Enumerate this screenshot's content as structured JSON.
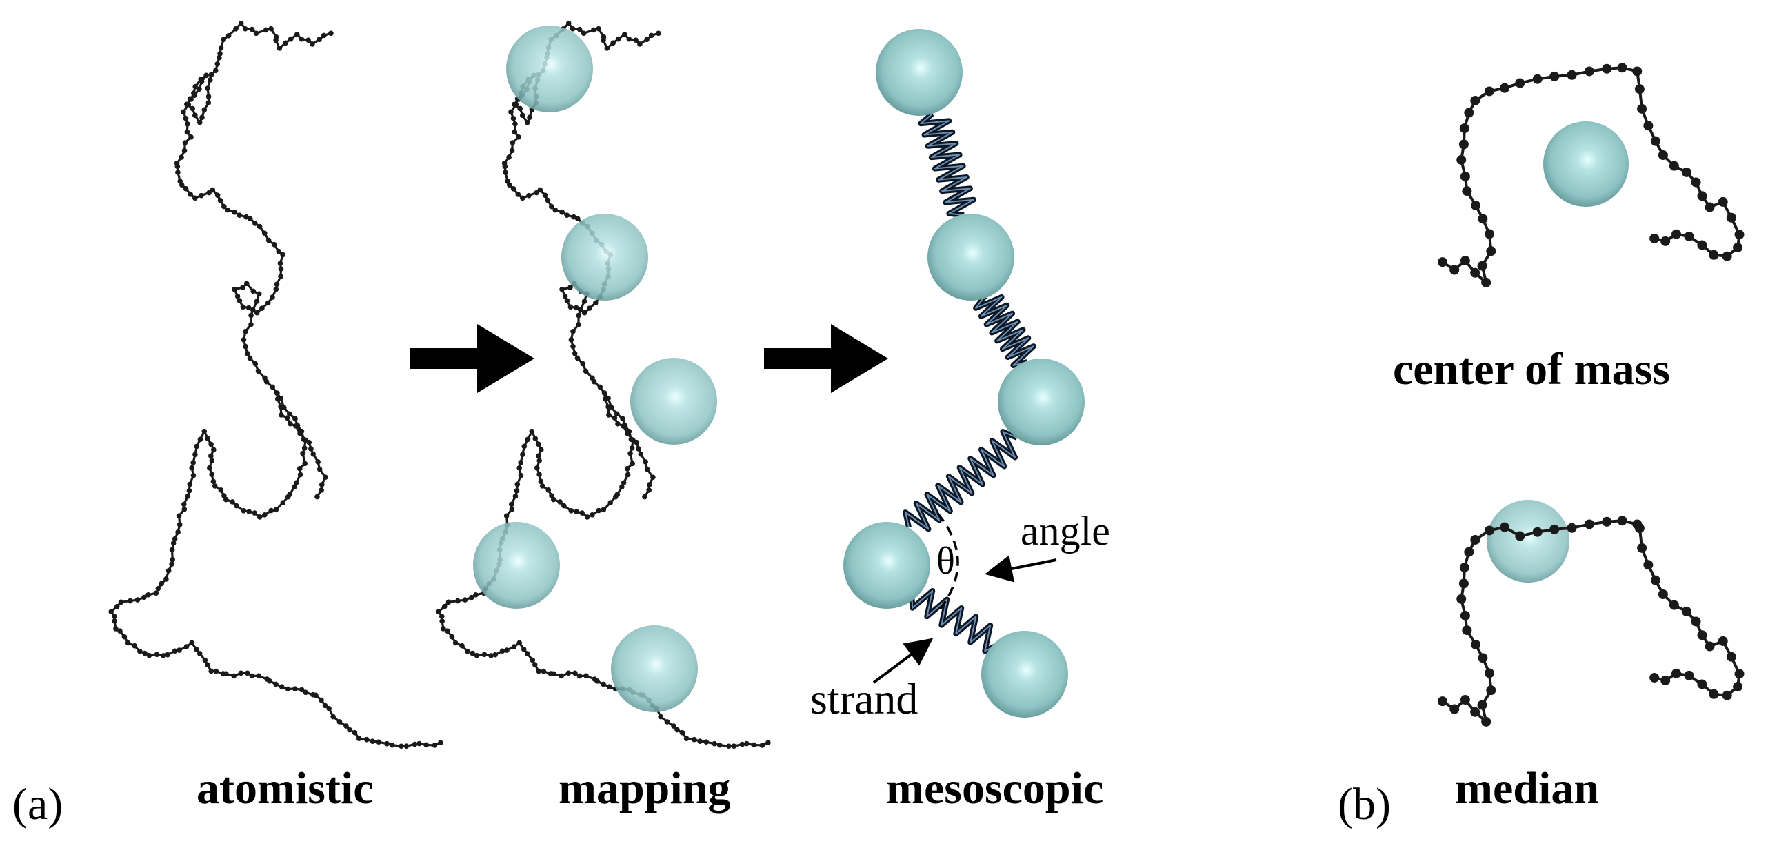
{
  "panels": {
    "a": {
      "tag": "(a)",
      "stages": [
        {
          "label": "atomistic"
        },
        {
          "label": "mapping"
        },
        {
          "label": "mesoscopic"
        }
      ],
      "annotations": {
        "angle_label": "angle",
        "theta": "θ",
        "strand_label": "strand"
      }
    },
    "b": {
      "tag": "(b)",
      "variants": [
        {
          "label": "center of mass"
        },
        {
          "label": "median"
        }
      ]
    }
  },
  "colors": {
    "bead_core": "#e8ffff",
    "bead_mid": "#9ccfcf",
    "bead_edge": "#5f9494",
    "chain": "#1a1a1a",
    "spring": "#0c1726"
  }
}
